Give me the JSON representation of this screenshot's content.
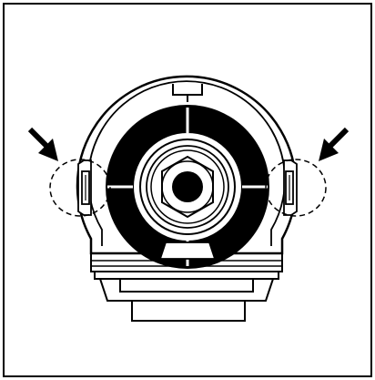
{
  "figure": {
    "subject": "bulb-socket-retaining-tabs",
    "callouts": [
      {
        "name": "left-tab",
        "marker": "arrow"
      },
      {
        "name": "right-tab",
        "marker": "arrow"
      }
    ],
    "colors": {
      "ink": "#000000",
      "paper": "#ffffff"
    }
  }
}
